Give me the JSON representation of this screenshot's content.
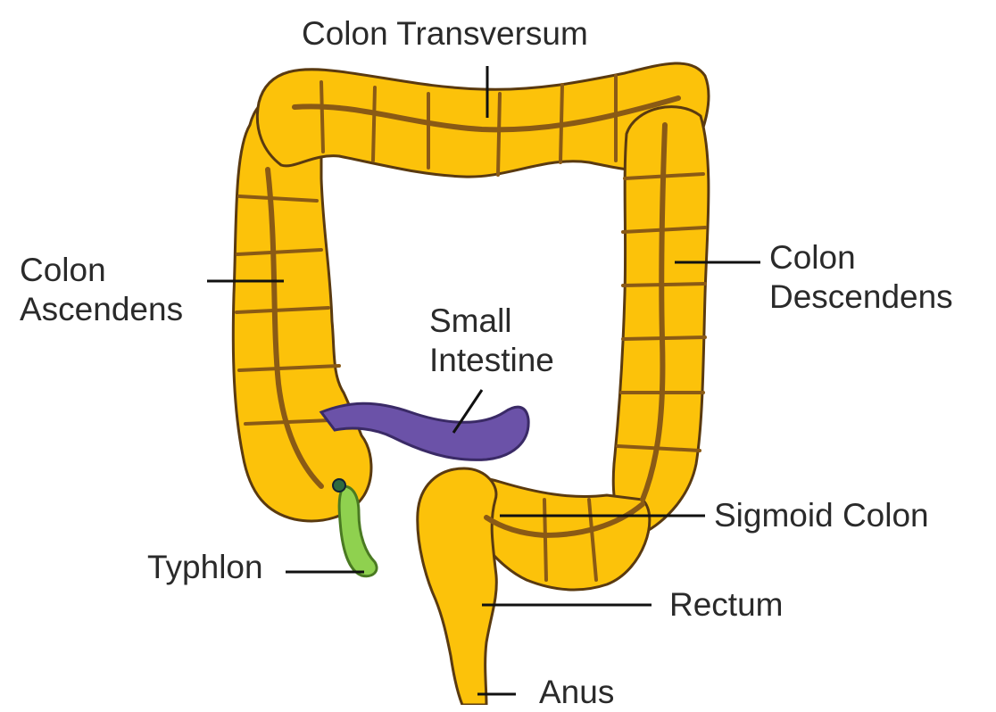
{
  "labels": {
    "colon_transversum": "Colon Transversum",
    "colon_ascendens": [
      "Colon",
      "Ascendens"
    ],
    "colon_descendens": [
      "Colon",
      "Descendens"
    ],
    "small_intestine": [
      "Small",
      "Intestine"
    ],
    "sigmoid_colon": "Sigmoid Colon",
    "typhlon": "Typhlon",
    "rectum": "Rectum",
    "anus": "Anus"
  },
  "colors": {
    "colon_fill": "#fcc20a",
    "colon_outline": "#5a3a10",
    "small_intestine": "#6b52a8",
    "typhlon": "#8fd14f",
    "leader_line": "#111111"
  }
}
